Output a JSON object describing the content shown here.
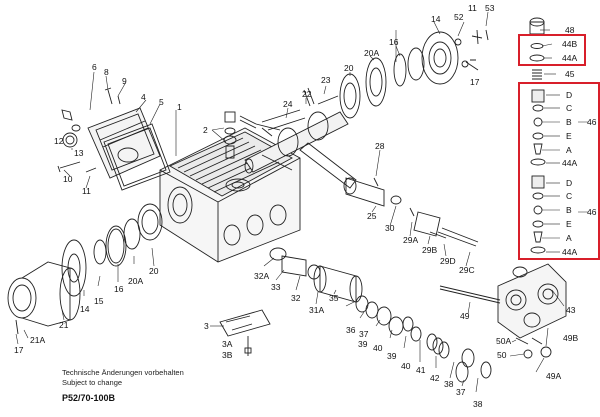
{
  "notes": {
    "line1": "Technische Änderungen vorbehalten",
    "line2": "Subject to change",
    "model": "P52/70-100B"
  },
  "labels": {
    "p1": "1",
    "p2": "2",
    "p3": "3",
    "p3A": "3A",
    "p3B": "3B",
    "p4": "4",
    "p5": "5",
    "p6": "6",
    "p8": "8",
    "p9": "9",
    "p10": "10",
    "p11a": "11",
    "p11b": "11",
    "p12": "12",
    "p13": "13",
    "p14a": "14",
    "p14b": "14",
    "p15": "15",
    "p16a": "16",
    "p16b": "16",
    "p17a": "17",
    "p17b": "17",
    "p20a": "20",
    "p20b": "20",
    "p20Aa": "20A",
    "p20Ab": "20A",
    "p21": "21",
    "p21A": "21A",
    "p22": "22",
    "p23": "23",
    "p24": "24",
    "p25": "25",
    "p28": "28",
    "p29A": "29A",
    "p29B": "29B",
    "p29C": "29C",
    "p29D": "29D",
    "p30": "30",
    "p31A": "31A",
    "p32": "32",
    "p32A": "32A",
    "p33": "33",
    "p35": "35",
    "p36": "36",
    "p37": "37",
    "p38a": "38",
    "p38b": "38",
    "p39a": "39",
    "p39b": "39",
    "p40a": "40",
    "p40b": "40",
    "p41": "41",
    "p42": "42",
    "p43": "43",
    "p44A1": "44A",
    "p44A2": "44A",
    "p44A3": "44A",
    "p44B": "44B",
    "p45": "45",
    "p46a": "46",
    "p46b": "46",
    "p48": "48",
    "p49": "49",
    "p49A": "49A",
    "p49B": "49B",
    "p50": "50",
    "p50A": "50A",
    "p52": "52",
    "p53": "53",
    "vD1": "D",
    "vC1": "C",
    "vB1": "B",
    "vE1": "E",
    "vA1": "A",
    "vD2": "D",
    "vC2": "C",
    "vB2": "B",
    "vE2": "E",
    "vA2": "A"
  },
  "colors": {
    "highlight": "#d81f2a",
    "line": "#222222"
  }
}
